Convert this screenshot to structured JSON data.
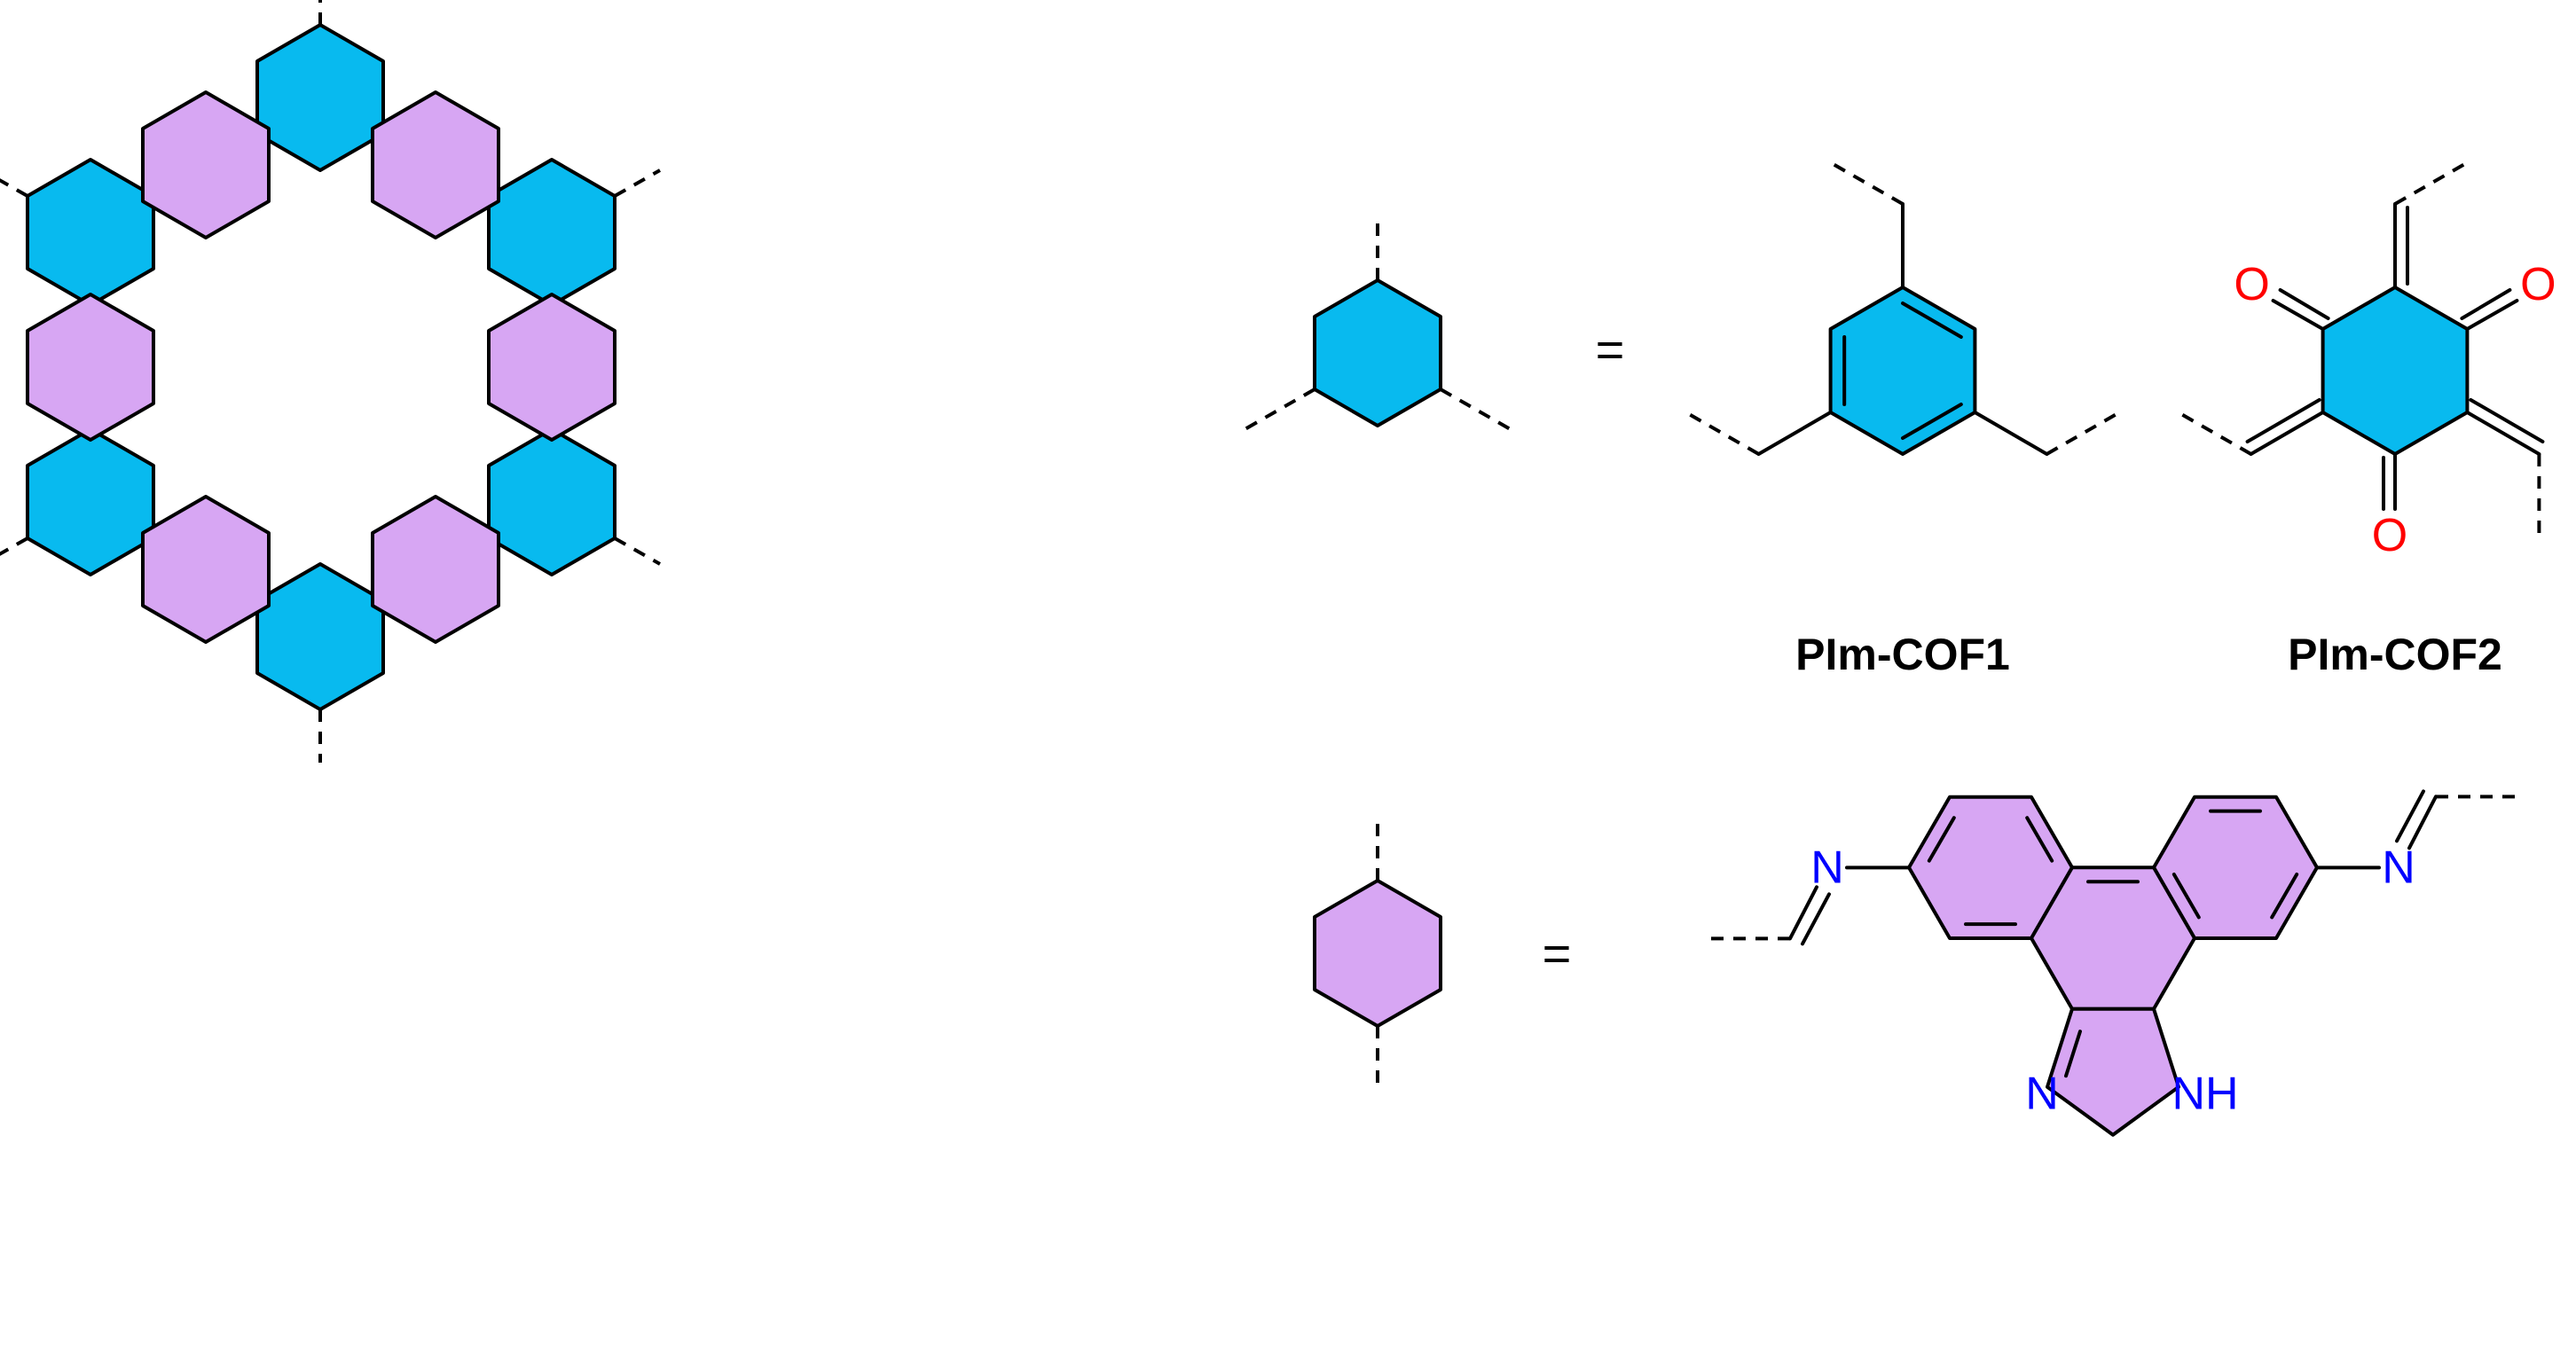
{
  "colors": {
    "node_blue": "#08BAEF",
    "linker_purple": "#D7A6F3",
    "bond": "#000000",
    "oxygen": "#FF0000",
    "nitrogen": "#0000FF"
  },
  "legend": {
    "equals_1": "=",
    "equals_2": "="
  },
  "labels": {
    "cof1": "PIm-COF1",
    "cof2": "PIm-COF2"
  },
  "atoms": {
    "oxygen": "O",
    "nitrogen": "N",
    "nh": "NH"
  }
}
